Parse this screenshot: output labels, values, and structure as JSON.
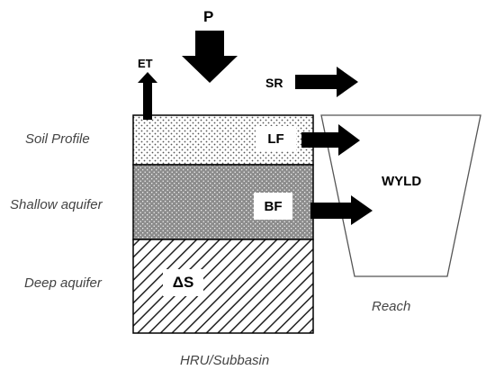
{
  "layers": {
    "soil_profile": "Soil Profile",
    "shallow_aquifer": "Shallow aquifer",
    "deep_aquifer": "Deep aquifer"
  },
  "fluxes": {
    "precipitation": "P",
    "evapotranspiration": "ET",
    "surface_runoff": "SR",
    "lateral_flow": "LF",
    "baseflow": "BF",
    "storage_change": "ΔS",
    "water_yield": "WYLD"
  },
  "captions": {
    "reach": "Reach",
    "hru": "HRU/Subbasin"
  }
}
